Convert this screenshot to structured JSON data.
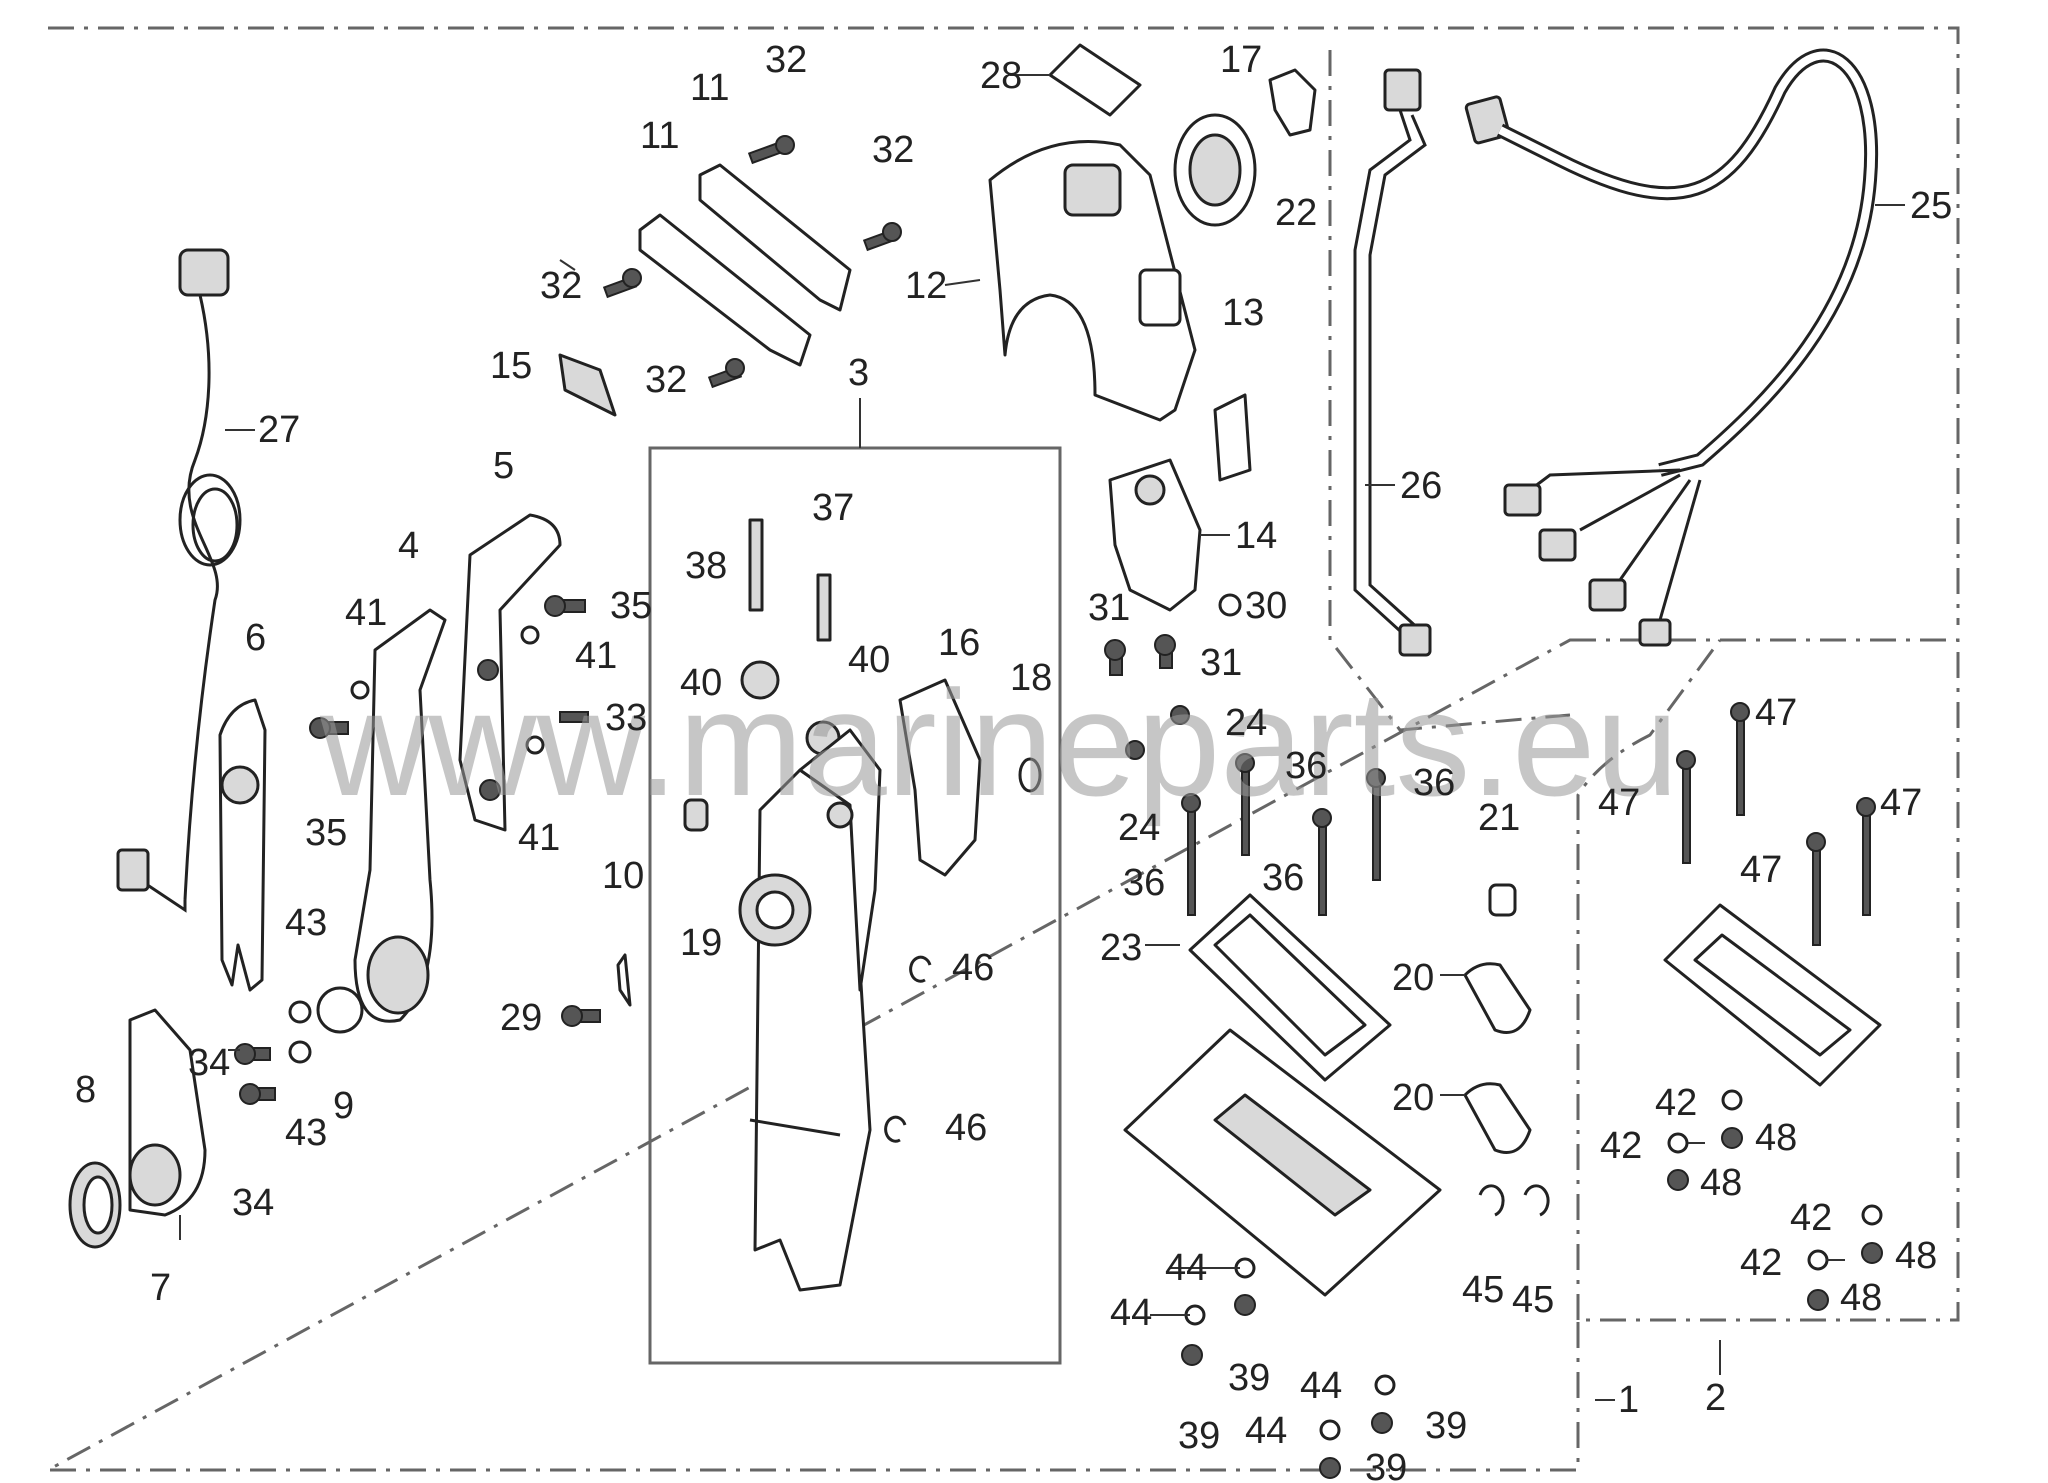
{
  "watermark": "www.marineparts.eu",
  "callouts": [
    {
      "id": "c1",
      "text": "1"
    },
    {
      "id": "c2",
      "text": "2"
    },
    {
      "id": "c3",
      "text": "3"
    },
    {
      "id": "c4",
      "text": "4"
    },
    {
      "id": "c5",
      "text": "5"
    },
    {
      "id": "c6",
      "text": "6"
    },
    {
      "id": "c7",
      "text": "7"
    },
    {
      "id": "c8",
      "text": "8"
    },
    {
      "id": "c9",
      "text": "9"
    },
    {
      "id": "c10",
      "text": "10"
    },
    {
      "id": "c11a",
      "text": "11"
    },
    {
      "id": "c11b",
      "text": "11"
    },
    {
      "id": "c12",
      "text": "12"
    },
    {
      "id": "c13",
      "text": "13"
    },
    {
      "id": "c14",
      "text": "14"
    },
    {
      "id": "c15",
      "text": "15"
    },
    {
      "id": "c16",
      "text": "16"
    },
    {
      "id": "c17",
      "text": "17"
    },
    {
      "id": "c18",
      "text": "18"
    },
    {
      "id": "c19",
      "text": "19"
    },
    {
      "id": "c20a",
      "text": "20"
    },
    {
      "id": "c20b",
      "text": "20"
    },
    {
      "id": "c21",
      "text": "21"
    },
    {
      "id": "c22",
      "text": "22"
    },
    {
      "id": "c23",
      "text": "23"
    },
    {
      "id": "c24a",
      "text": "24"
    },
    {
      "id": "c24b",
      "text": "24"
    },
    {
      "id": "c25",
      "text": "25"
    },
    {
      "id": "c26",
      "text": "26"
    },
    {
      "id": "c27",
      "text": "27"
    },
    {
      "id": "c28",
      "text": "28"
    },
    {
      "id": "c29",
      "text": "29"
    },
    {
      "id": "c30",
      "text": "30"
    },
    {
      "id": "c31a",
      "text": "31"
    },
    {
      "id": "c31b",
      "text": "31"
    },
    {
      "id": "c32a",
      "text": "32"
    },
    {
      "id": "c32b",
      "text": "32"
    },
    {
      "id": "c32c",
      "text": "32"
    },
    {
      "id": "c32d",
      "text": "32"
    },
    {
      "id": "c33",
      "text": "33"
    },
    {
      "id": "c34a",
      "text": "34"
    },
    {
      "id": "c34b",
      "text": "34"
    },
    {
      "id": "c35a",
      "text": "35"
    },
    {
      "id": "c35b",
      "text": "35"
    },
    {
      "id": "c36a",
      "text": "36"
    },
    {
      "id": "c36b",
      "text": "36"
    },
    {
      "id": "c36c",
      "text": "36"
    },
    {
      "id": "c36d",
      "text": "36"
    },
    {
      "id": "c37",
      "text": "37"
    },
    {
      "id": "c38",
      "text": "38"
    },
    {
      "id": "c39a",
      "text": "39"
    },
    {
      "id": "c39b",
      "text": "39"
    },
    {
      "id": "c39c",
      "text": "39"
    },
    {
      "id": "c39d",
      "text": "39"
    },
    {
      "id": "c40a",
      "text": "40"
    },
    {
      "id": "c40b",
      "text": "40"
    },
    {
      "id": "c41a",
      "text": "41"
    },
    {
      "id": "c41b",
      "text": "41"
    },
    {
      "id": "c41c",
      "text": "41"
    },
    {
      "id": "c42a",
      "text": "42"
    },
    {
      "id": "c42b",
      "text": "42"
    },
    {
      "id": "c42c",
      "text": "42"
    },
    {
      "id": "c42d",
      "text": "42"
    },
    {
      "id": "c43a",
      "text": "43"
    },
    {
      "id": "c43b",
      "text": "43"
    },
    {
      "id": "c44a",
      "text": "44"
    },
    {
      "id": "c44b",
      "text": "44"
    },
    {
      "id": "c44c",
      "text": "44"
    },
    {
      "id": "c44d",
      "text": "44"
    },
    {
      "id": "c45a",
      "text": "45"
    },
    {
      "id": "c45b",
      "text": "45"
    },
    {
      "id": "c46a",
      "text": "46"
    },
    {
      "id": "c46b",
      "text": "46"
    },
    {
      "id": "c47a",
      "text": "47"
    },
    {
      "id": "c47b",
      "text": "47"
    },
    {
      "id": "c47c",
      "text": "47"
    },
    {
      "id": "c47d",
      "text": "47"
    },
    {
      "id": "c48a",
      "text": "48"
    },
    {
      "id": "c48b",
      "text": "48"
    },
    {
      "id": "c48c",
      "text": "48"
    },
    {
      "id": "c48d",
      "text": "48"
    }
  ]
}
